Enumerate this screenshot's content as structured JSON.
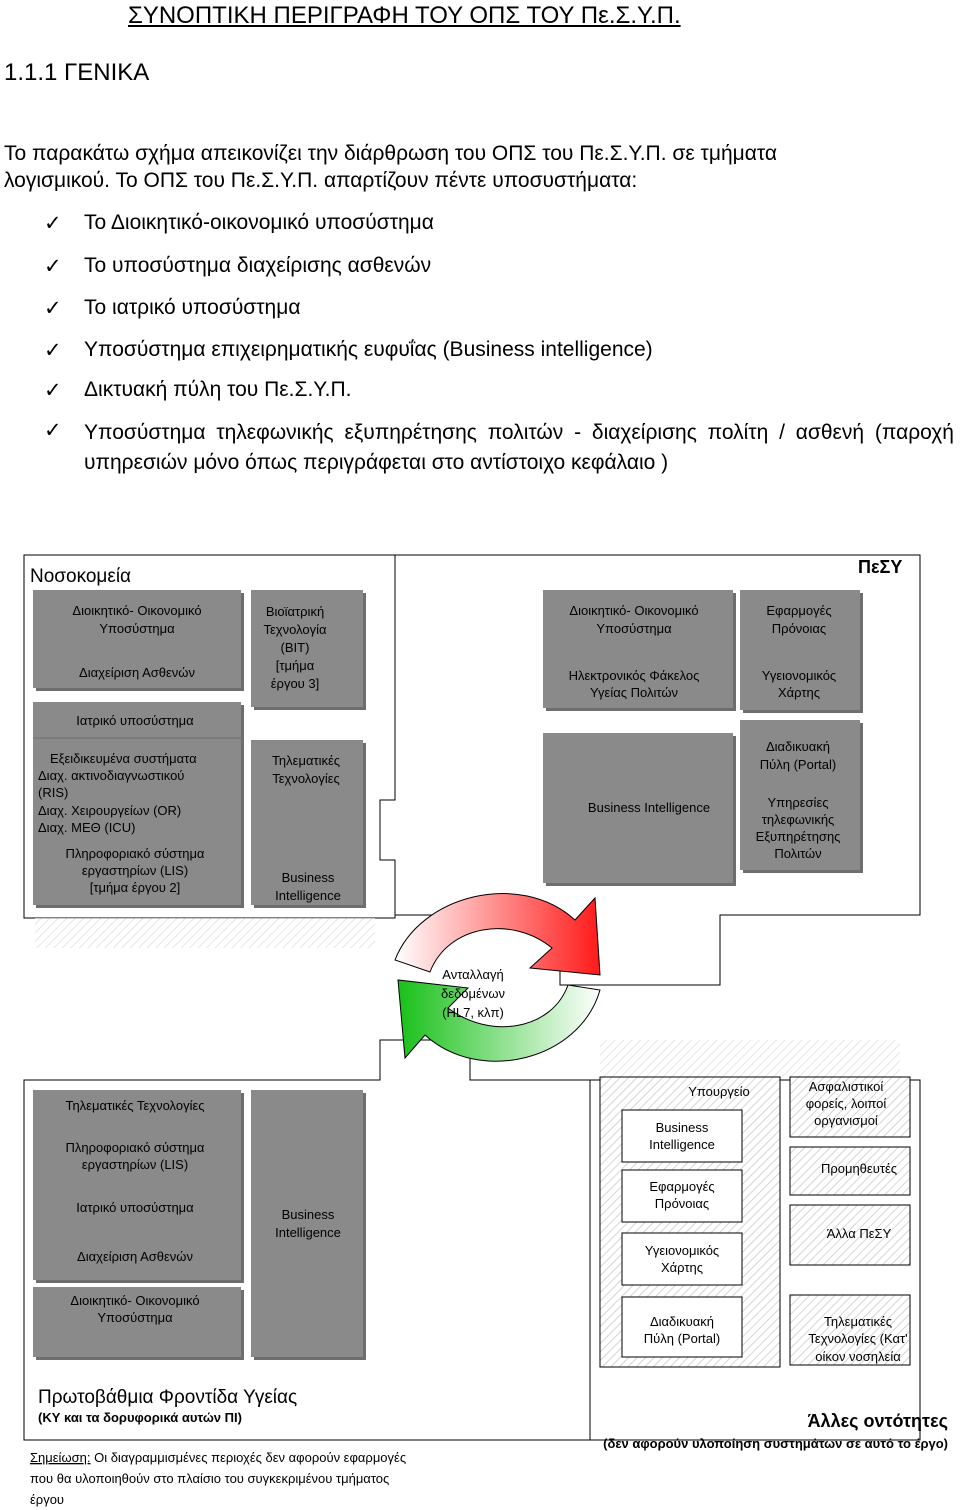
{
  "title": "ΣΥΝΟΠΤΙΚΗ ΠΕΡΙΓΡΑΦΗ ΤΟΥ ΟΠΣ ΤΟΥ Πε.Σ.Υ.Π.",
  "section": "1.1.1 ΓΕΝΙΚΑ",
  "intro_line1": "Το παρακάτω σχήμα απεικονίζει την διάρθρωση του ΟΠΣ του Πε.Σ.Υ.Π. σε τμήματα",
  "intro_line2": "λογισμικού. Το ΟΠΣ του Πε.Σ.Υ.Π. απαρτίζουν πέντε υποσυστήματα:",
  "checklist": [
    "Το Διοικητικό-οικονομικό υποσύστημα",
    "Το υποσύστημα διαχείρισης ασθενών",
    "Το ιατρικό υποσύστημα",
    "Υποσύστημα επιχειρηματικής ευφυΐας (Business intelligence)",
    "Δικτυακή πύλη του Πε.Σ.Υ.Π.",
    "Υποσύστημα τηλεφωνικής εξυπηρέτησης πολιτών - διαχείρισης πολίτη / ασθενή (παροχή υπηρεσιών μόνο όπως περιγράφεται στο αντίστοιχο κεφάλαιο )"
  ],
  "check_symbol": "✓",
  "diagram": {
    "hospitals": {
      "title": "Νοσοκομεία",
      "admin_fin": [
        "Διοικητικό- Οικονομικό",
        "Υποσύστημα"
      ],
      "patient_mgmt": "Διαχείριση Ασθενών",
      "bit": [
        "Βιοϊατρική",
        "Τεχνολογία",
        "(BIT)",
        "[τμήμα",
        "έργου 3]"
      ],
      "medical": "Ιατρικό υποσύστημα",
      "specialized": [
        "Εξειδικευμένα συστήματα",
        "Διαχ. ακτινοδιαγνωστικού",
        "(RIS)",
        "Διαχ. Χειρουργείων (OR)",
        "Διαχ. ΜΕΘ (ICU)"
      ],
      "telematics": [
        "Τηλεματικές",
        "Τεχνολογίες"
      ],
      "lis": [
        "Πληροφοριακό σύστημα",
        "εργαστηρίων (LIS)",
        "[τμήμα έργου 2]"
      ],
      "bi": [
        "Business",
        "Intelligence"
      ]
    },
    "pesy": {
      "title": "ΠεΣΥ",
      "admin_fin": [
        "Διοικητικό- Οικονομικό",
        "Υποσύστημα"
      ],
      "welfare": [
        "Εφαρμογές",
        "Πρόνοιας"
      ],
      "ehr": [
        "Ηλεκτρονικός Φάκελος",
        "Υγείας Πολιτών"
      ],
      "health_map": [
        "Υγειονομικός",
        "Χάρτης"
      ],
      "portal": [
        "Διαδικυακή",
        "Πύλη (Portal)"
      ],
      "bi": "Business Intelligence",
      "call_center": [
        "Υπηρεσίες",
        "τηλεφωνικής",
        "Εξυπηρέτησης",
        "Πολιτών"
      ]
    },
    "exchange": [
      "Ανταλλαγή",
      "δεδομένων",
      "(HL7, κλπ)"
    ],
    "primary_care": {
      "title": "Πρωτοβάθμια Φροντίδα Υγείας",
      "subtitle": "(ΚΥ και τα δορυφορικά αυτών ΠΙ)",
      "telematics": "Τηλεματικές Τεχνολογίες",
      "lis": [
        "Πληροφοριακό σύστημα",
        "εργαστηρίων (LIS)"
      ],
      "medical": "Ιατρικό υποσύστημα",
      "patient_mgmt": "Διαχείριση Ασθενών",
      "admin_fin": [
        "Διοικητικό- Οικονομικό",
        "Υποσύστημα"
      ],
      "bi": [
        "Business",
        "Intelligence"
      ]
    },
    "others": {
      "title": "Άλλες οντότητες",
      "subtitle": "(δεν αφορούν υλοποίηση συστημάτων σε αυτό το έργο)",
      "ministry": "Υπουργείο",
      "bi": [
        "Business",
        "Intelligence"
      ],
      "welfare": [
        "Εφαρμογές",
        "Πρόνοιας"
      ],
      "health_map": [
        "Υγειονομικός",
        "Χάρτης"
      ],
      "portal": [
        "Διαδικυακή",
        "Πύλη (Portal)"
      ],
      "insurance": [
        "Ασφαλιστικοί",
        "φορείς, λοιποί",
        "οργανισμοί"
      ],
      "suppliers": "Προμηθευτές",
      "other_pesy": "Άλλα ΠεΣΥ",
      "home_care": [
        "Τηλεματικές",
        "Τεχνολογίες (Κατ'",
        "οίκον νοσηλεία"
      ]
    },
    "note_label": "Σημείωση:",
    "note_lines": [
      " Οι διαγραμμισμένες περιοχές δεν αφορούν εφαρμογές",
      "που θα υλοποιηθούν στο πλαίσιο του συγκεκριμένου τμήματος",
      "έργου"
    ]
  },
  "colors": {
    "box_gray": "#8a8a8a",
    "shadow": "#6e6e6e",
    "arrow_red": "#ff1a1a",
    "arrow_green": "#19c019"
  }
}
